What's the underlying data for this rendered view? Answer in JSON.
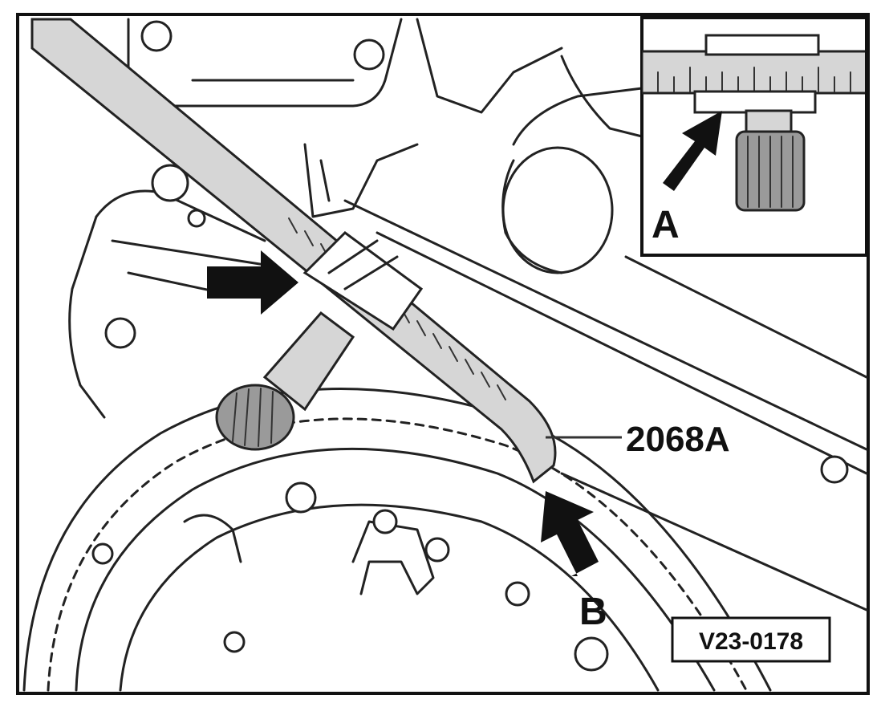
{
  "labels": {
    "tool": "2068A",
    "inset": "A",
    "arrow_b": "B",
    "figure_code": "V23-0178"
  },
  "colors": {
    "line": "#222222",
    "arrow": "#111111",
    "background": "#ffffff"
  },
  "icons": {
    "arrow": "filled-arrow-icon"
  }
}
